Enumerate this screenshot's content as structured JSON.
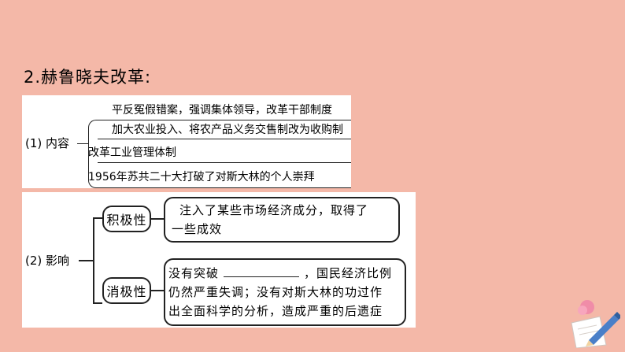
{
  "heading": "2.赫鲁晓夫改革:",
  "content": {
    "label": "(1) 内容",
    "items": [
      "平反冤假错案，强调集体领导，改革干部制度",
      "加大农业投入、将农产品义务交售制改为收购制",
      "改革工业管理体制",
      "1956年苏共二十大打破了对斯大林的个人崇拜"
    ]
  },
  "impact": {
    "label": "(2) 影响",
    "positive": {
      "label": "积极性",
      "text_line1": "注入了某些市场经济成分，取得了",
      "text_line2": "一些成效"
    },
    "negative": {
      "label": "消极性",
      "line1_before": "没有突破",
      "line1_after": "，国民经济比例",
      "line2": "仍然严重失调；没有对斯大林的功过作",
      "line3": "出全面科学的分析，造成严重的后遗症"
    }
  },
  "colors": {
    "background": "#f4b8a8",
    "panel": "#ffffff",
    "stroke": "#222222"
  }
}
